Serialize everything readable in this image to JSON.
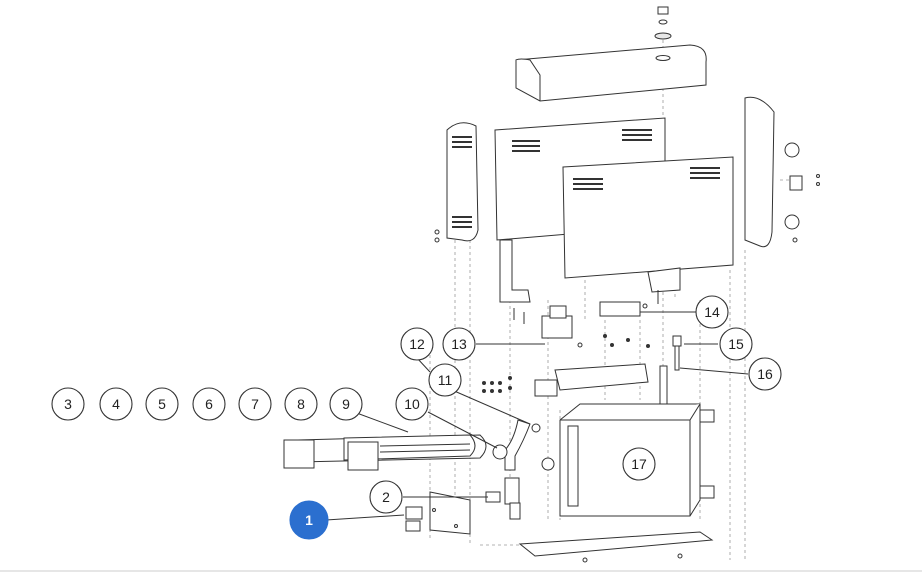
{
  "diagram": {
    "active_part": "1",
    "callouts": [
      {
        "id": "1",
        "label": "1"
      },
      {
        "id": "2",
        "label": "2"
      },
      {
        "id": "3",
        "label": "3"
      },
      {
        "id": "4",
        "label": "4"
      },
      {
        "id": "5",
        "label": "5"
      },
      {
        "id": "6",
        "label": "6"
      },
      {
        "id": "7",
        "label": "7"
      },
      {
        "id": "8",
        "label": "8"
      },
      {
        "id": "9",
        "label": "9"
      },
      {
        "id": "10",
        "label": "10"
      },
      {
        "id": "11",
        "label": "11"
      },
      {
        "id": "12",
        "label": "12"
      },
      {
        "id": "13",
        "label": "13"
      },
      {
        "id": "14",
        "label": "14"
      },
      {
        "id": "15",
        "label": "15"
      },
      {
        "id": "16",
        "label": "16"
      },
      {
        "id": "17",
        "label": "17"
      }
    ],
    "colors": {
      "active": "#2b6fcf",
      "line": "#333333",
      "guide": "#9a9a9a"
    }
  }
}
